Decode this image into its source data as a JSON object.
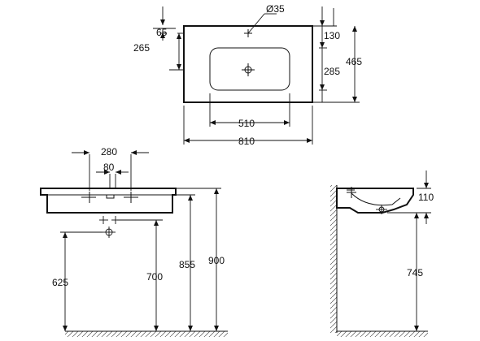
{
  "top_view": {
    "hole_diameter": "Ø35",
    "tap_offset": "65",
    "basin_offset": "265",
    "depth_front": "130",
    "depth_bowl": "285",
    "depth_total": "465",
    "width_bowl": "510",
    "width_total": "810"
  },
  "front_view": {
    "tap_span": "280",
    "tap_center": "80",
    "siphon_height": "625",
    "outlet_height": "700",
    "underside_height": "855",
    "top_height": "900"
  },
  "side_view": {
    "rim_height": "110",
    "bracket_height": "745"
  }
}
